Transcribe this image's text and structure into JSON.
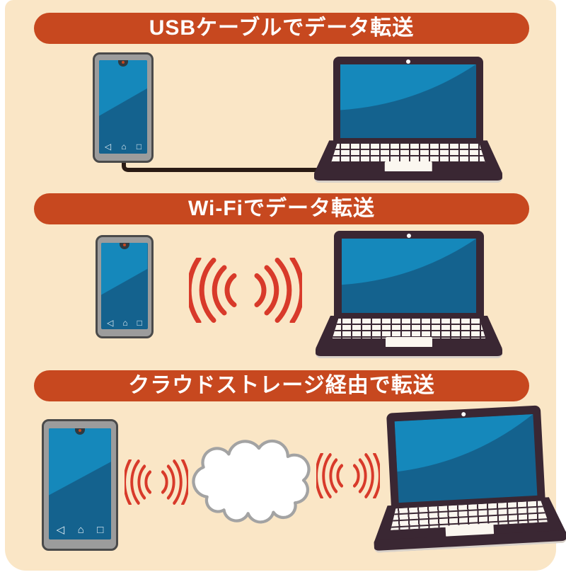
{
  "page": {
    "kind": "infographic",
    "background": "#FFFFFF",
    "panel_color": "#FAE6C6"
  },
  "colors": {
    "banner": "#C7481F",
    "wave": "#D83A2A",
    "laptop_body": "#3A2733",
    "screen_light": "#1588BB",
    "screen_dark": "#14628E",
    "phone_frame": "#9C9C9C",
    "phone_border": "#4A4A4A",
    "key_white": "#FBF7F0",
    "panel": "#FAE6C6",
    "cloud_outline": "#A3A3A3",
    "cable": "#2A1B14",
    "title_text": "#FFFFFF"
  },
  "sections": [
    {
      "id": "usb",
      "title": "USBケーブルでデータ転送",
      "connector": "usb-cable",
      "devices": [
        "smartphone",
        "laptop"
      ]
    },
    {
      "id": "wifi",
      "title": "Wi-Fiでデータ転送",
      "connector": "wifi-waves",
      "devices": [
        "smartphone",
        "laptop"
      ]
    },
    {
      "id": "cloud",
      "title": "クラウドストレージ経由で転送",
      "connector": "cloud-storage-with-wireless-waves",
      "devices": [
        "smartphone",
        "laptop"
      ]
    }
  ],
  "phone": {
    "nav": [
      {
        "name": "back-icon",
        "glyph": "◁"
      },
      {
        "name": "home-icon",
        "glyph": "⌂"
      },
      {
        "name": "recents-icon",
        "glyph": "□"
      }
    ]
  }
}
